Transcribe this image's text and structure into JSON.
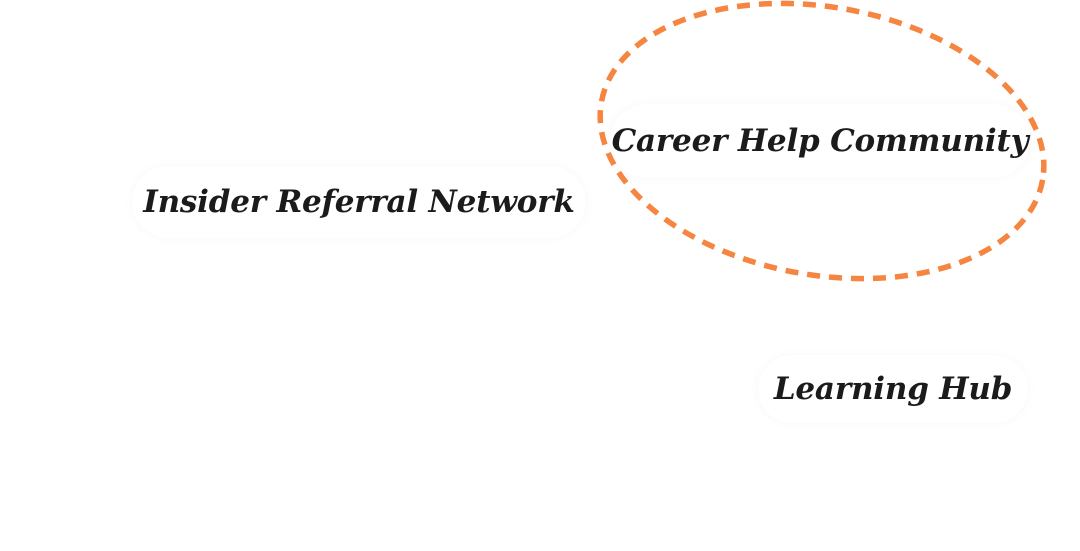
{
  "nodes": {
    "referral": {
      "label": "Insider Referral Network"
    },
    "career": {
      "label": "Career Help Community"
    },
    "learning": {
      "label": "Learning Hub"
    }
  },
  "highlight": {
    "target": "Career Help Community",
    "color": "#F58540",
    "style": "dashed"
  }
}
